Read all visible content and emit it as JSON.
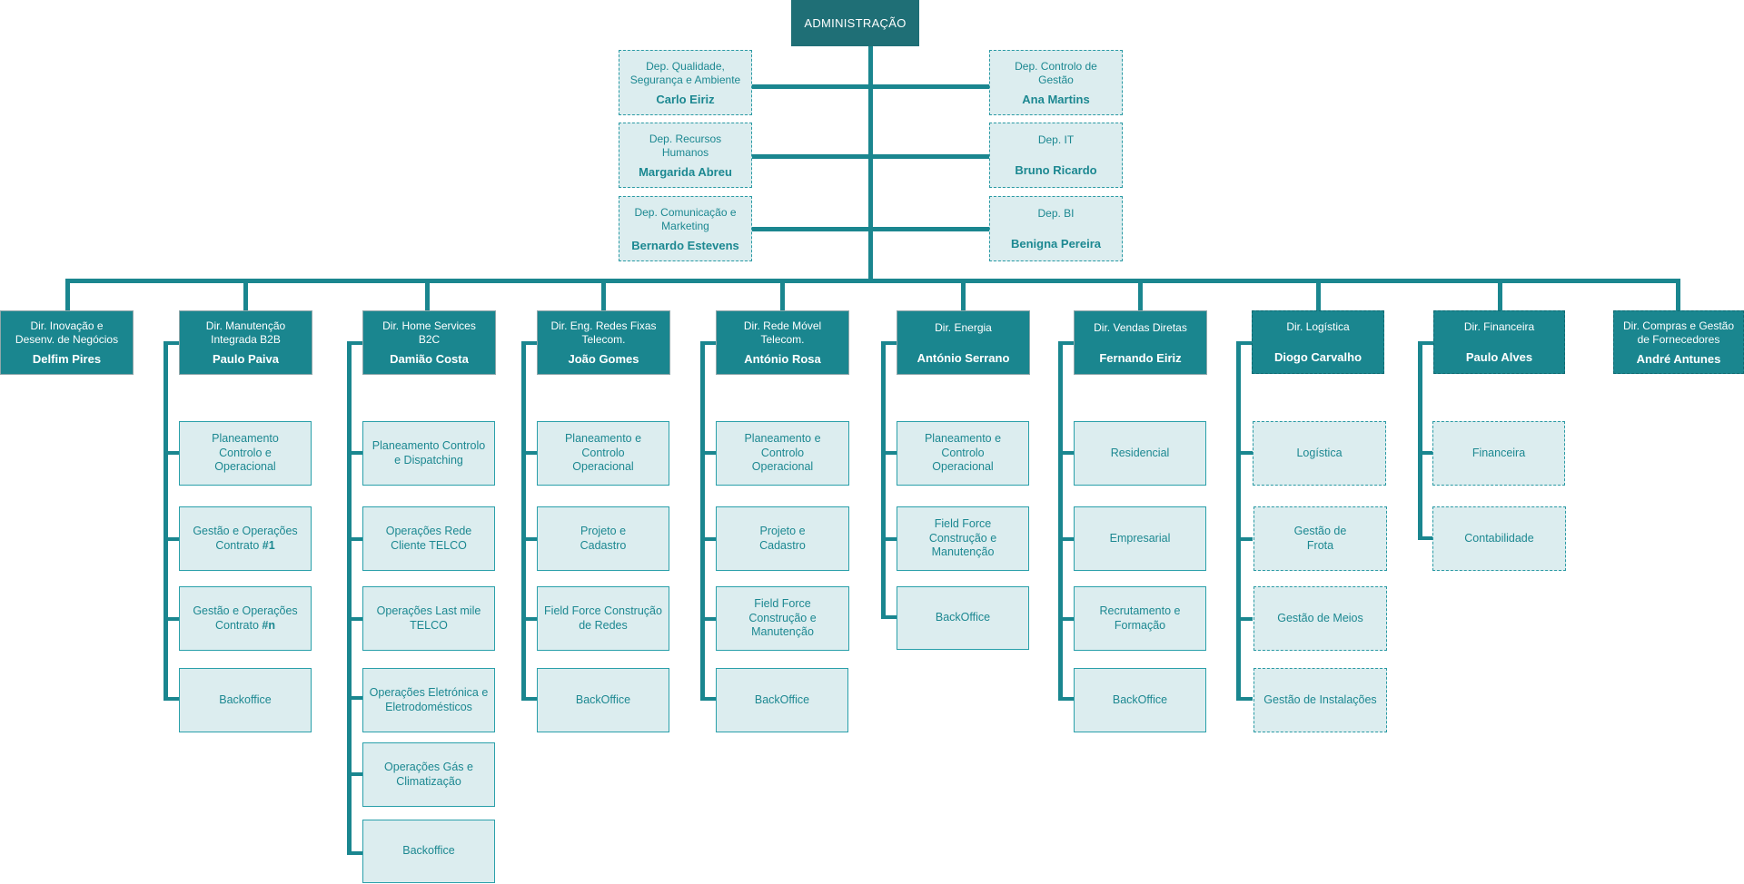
{
  "admin": "ADMINISTRAÇÃO",
  "staff": [
    {
      "title": "Dep. Qualidade, Segurança e Ambiente",
      "name": "Carlo Eiriz"
    },
    {
      "title": "Dep. Recursos Humanos",
      "name": "Margarida Abreu"
    },
    {
      "title": "Dep. Comunicação e Marketing",
      "name": "Bernardo Estevens"
    },
    {
      "title": "Dep. Controlo de Gestão",
      "name": "Ana Martins"
    },
    {
      "title": "Dep. IT",
      "name": "Bruno Ricardo"
    },
    {
      "title": "Dep. BI",
      "name": "Benigna Pereira"
    }
  ],
  "directorates": [
    {
      "title": "Dir. Inovação e Desenv. de Negócios",
      "name": "Delfim Pires",
      "children": []
    },
    {
      "title": "Dir. Manutenção Integrada B2B",
      "name": "Paulo Paiva",
      "children": [
        "Planeamento Controlo e Operacional",
        "Gestão e Operações Contrato #1",
        "Gestão e Operações Contrato #n",
        "Backoffice"
      ]
    },
    {
      "title": "Dir. Home Services B2C",
      "name": "Damião Costa",
      "children": [
        "Planeamento Controlo e Dispatching",
        "Operações Rede Cliente TELCO",
        "Operações Last mile TELCO",
        "Operações Eletrónica e Eletrodomésticos",
        "Operações Gás e Climatização",
        "Backoffice"
      ]
    },
    {
      "title": "Dir. Eng. Redes Fixas Telecom.",
      "name": "João Gomes",
      "children": [
        "Planeamento e Controlo Operacional",
        "Projeto e Cadastro",
        "Field Force Construção de Redes",
        "BackOffice"
      ]
    },
    {
      "title": "Dir. Rede Móvel Telecom.",
      "name": "António Rosa",
      "children": [
        "Planeamento e Controlo Operacional",
        "Projeto e Cadastro",
        "Field Force Construção e Manutenção",
        "BackOffice"
      ]
    },
    {
      "title": "Dir. Energia",
      "name": "António Serrano",
      "children": [
        "Planeamento e Controlo Operacional",
        "Field Force Construção e Manutenção",
        "BackOffice"
      ]
    },
    {
      "title": "Dir. Vendas Diretas",
      "name": "Fernando Eiriz",
      "children": [
        "Residencial",
        "Empresarial",
        "Recrutamento e Formação",
        "BackOffice"
      ]
    },
    {
      "title": "Dir. Logística",
      "name": "Diogo Carvalho",
      "children": [
        "Logística",
        "Gestão de Frota",
        "Gestão de Meios",
        "Gestão de Instalações"
      ]
    },
    {
      "title": "Dir. Financeira",
      "name": "Paulo Alves",
      "children": [
        "Financeira",
        "Contabilidade"
      ]
    },
    {
      "title": "Dir. Compras e Gestão de Fornecedores",
      "name": "André Antunes",
      "children": []
    }
  ]
}
